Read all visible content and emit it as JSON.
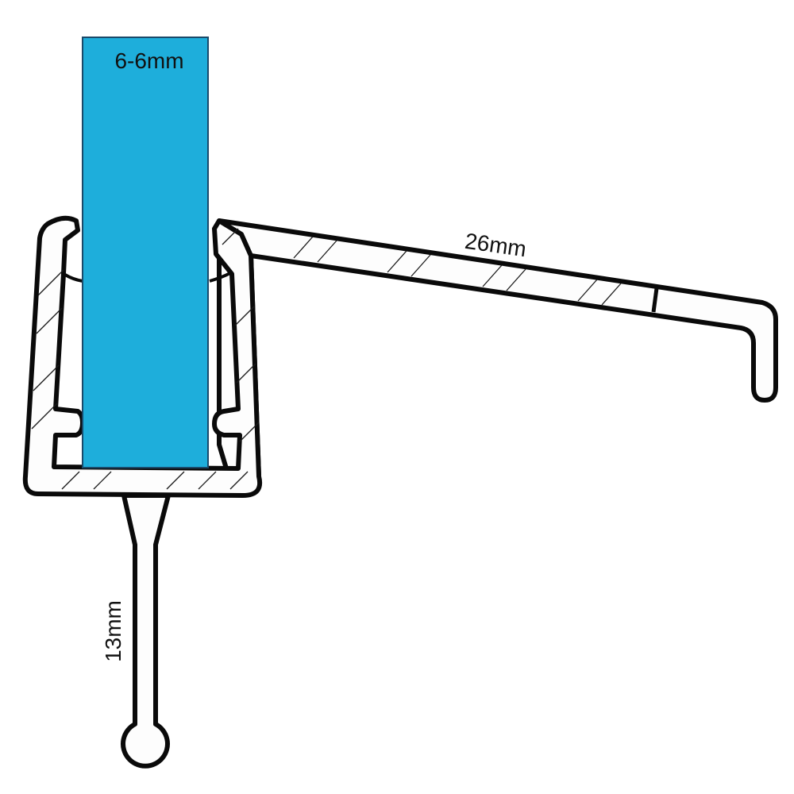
{
  "diagram": {
    "glass_label": "6-6mm",
    "fin_label": "26mm",
    "stem_label": "13mm"
  },
  "colors": {
    "glass": "#1EAEDB",
    "outline": "#0a0a0a",
    "profile_fill": "#fdfdfd",
    "background": "#ffffff"
  }
}
